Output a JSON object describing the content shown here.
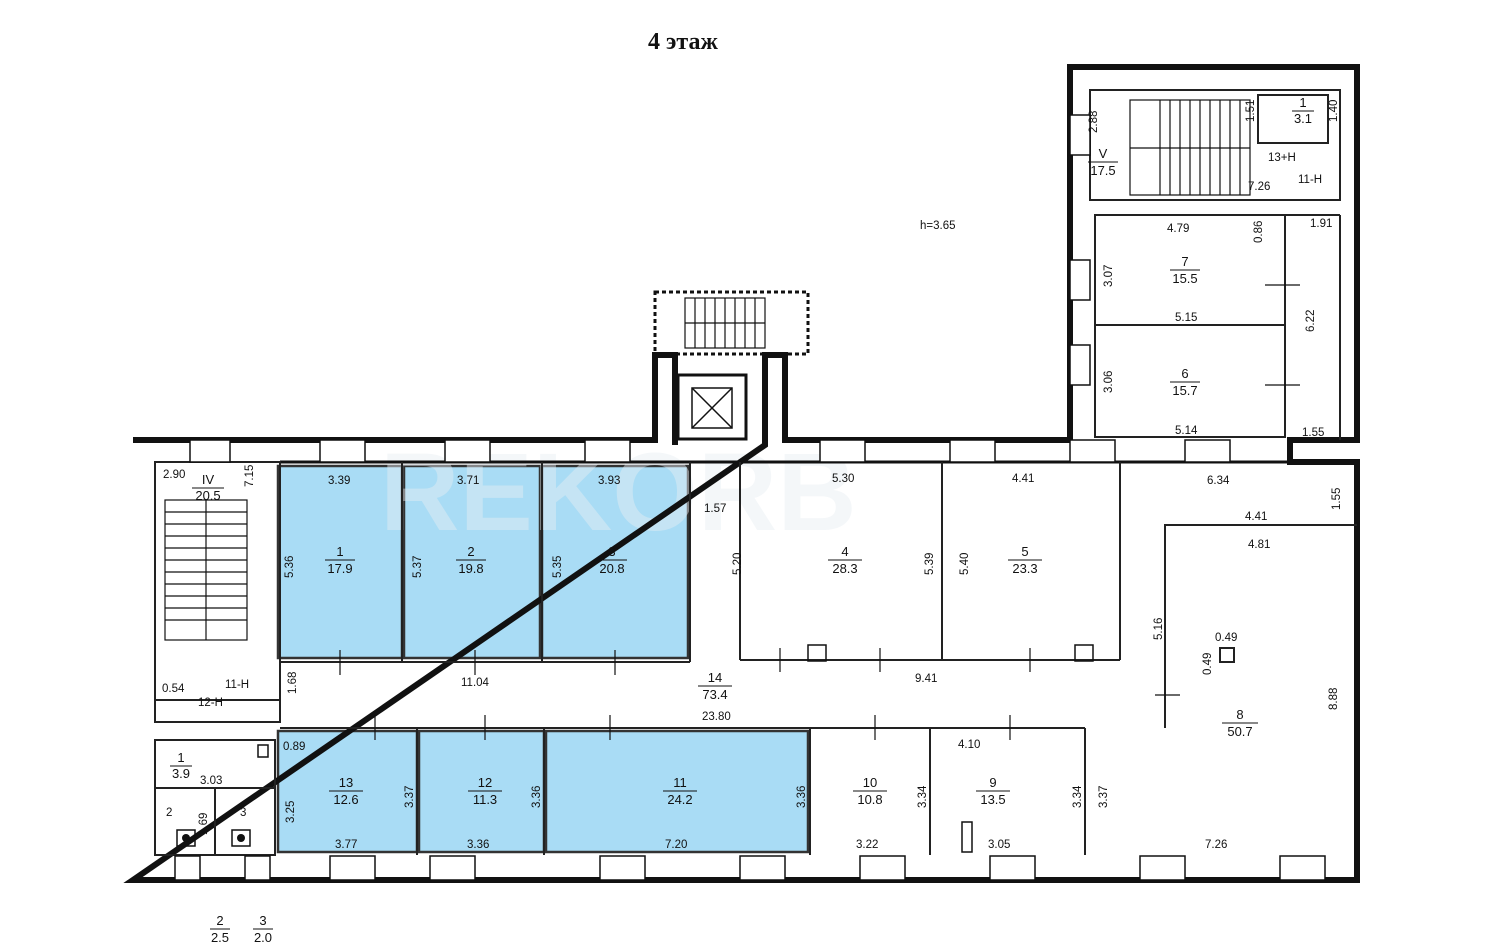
{
  "title": "4 этаж",
  "height_label": "h=3.65",
  "watermark": "REKORB",
  "rooms": {
    "r1": {
      "num": "1",
      "area": "17.9"
    },
    "r2": {
      "num": "2",
      "area": "19.8"
    },
    "r3": {
      "num": "3",
      "area": "20.8"
    },
    "r4": {
      "num": "4",
      "area": "28.3"
    },
    "r5": {
      "num": "5",
      "area": "23.3"
    },
    "r6": {
      "num": "6",
      "area": "15.7"
    },
    "r7": {
      "num": "7",
      "area": "15.5"
    },
    "r8": {
      "num": "8",
      "area": "50.7"
    },
    "r9": {
      "num": "9",
      "area": "13.5"
    },
    "r10": {
      "num": "10",
      "area": "10.8"
    },
    "r11": {
      "num": "11",
      "area": "24.2"
    },
    "r12": {
      "num": "12",
      "area": "11.3"
    },
    "r13": {
      "num": "13",
      "area": "12.6"
    },
    "r14": {
      "num": "14",
      "area": "73.4"
    },
    "stairIV": {
      "num": "IV",
      "area": "20.5"
    },
    "stairV": {
      "num": "V",
      "area": "17.5"
    },
    "wc1": {
      "num": "1",
      "area": "3.9"
    },
    "top1": {
      "num": "1",
      "area": "3.1"
    },
    "wc2_note": {
      "num": "2",
      "area": "2.5"
    },
    "wc3_note": {
      "num": "3",
      "area": "2.0"
    }
  },
  "labels": {
    "wc2": "2",
    "wc3": "3",
    "lbl_11h_left": "11-H",
    "lbl_12h_left": "12-H",
    "lbl_11h_top": "11-H",
    "lbl_13h_top": "13+H"
  },
  "dimensions": {
    "d_290": "2.90",
    "d_715": "7.15",
    "d_339": "3.39",
    "d_371": "3.71",
    "d_393": "3.93",
    "d_157": "1.57",
    "d_530": "5.30",
    "d_441a": "4.41",
    "d_634": "6.34",
    "d_155a": "1.55",
    "d_441b": "4.41",
    "d_481": "4.81",
    "d_536": "5.36",
    "d_537": "5.37",
    "d_535": "5.35",
    "d_520": "5.20",
    "d_539": "5.39",
    "d_540": "5.40",
    "d_516": "5.16",
    "d_049a": "0.49",
    "d_049b": "0.49",
    "d_888": "8.88",
    "d_054": "0.54",
    "d_168": "1.68",
    "d_1104": "11.04",
    "d_941": "9.41",
    "d_2380": "23.80",
    "d_089": "0.89",
    "d_410": "4.10",
    "d_303": "3.03",
    "d_325": "3.25",
    "d_337a": "3.37",
    "d_336a": "3.36",
    "d_336b": "3.36",
    "d_334a": "3.34",
    "d_334b": "3.34",
    "d_337b": "3.37",
    "d_169": "1.69",
    "d_377": "3.77",
    "d_336c": "3.36",
    "d_720": "7.20",
    "d_322": "3.22",
    "d_305": "3.05",
    "d_726b": "7.26",
    "d_288": "2.88",
    "d_151": "1.51",
    "d_140": "1.40",
    "d_726a": "7.26",
    "d_479": "4.79",
    "d_086": "0.86",
    "d_191": "1.91",
    "d_307": "3.07",
    "d_515": "5.15",
    "d_622": "6.22",
    "d_306": "3.06",
    "d_514": "5.14",
    "d_155b": "1.55"
  }
}
